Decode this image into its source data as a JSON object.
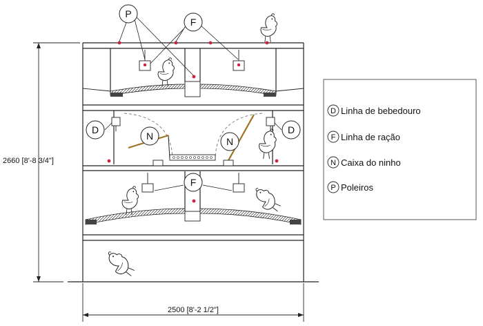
{
  "dimensions": {
    "height_label": "2660 [8'-8 3/4\"]",
    "width_label": "2500 [8'-2 1/2\"]"
  },
  "callouts": {
    "perch": "P",
    "feed_top": "F",
    "drinker_left": "D",
    "drinker_right": "D",
    "nest_left": "N",
    "nest_right": "N",
    "feed_bottom": "F"
  },
  "legend": {
    "items": [
      {
        "letter": "D",
        "text": "Linha de bebedouro"
      },
      {
        "letter": "F",
        "text": "Linha de ração"
      },
      {
        "letter": "N",
        "text": "Caixa do ninho"
      },
      {
        "letter": "P",
        "text": "Poleiros"
      }
    ]
  },
  "colors": {
    "line": "#222222",
    "perch_dot": "#cc2244",
    "nest_frame": "#b5651d",
    "nest_slat": "#5a9a3a",
    "dashed": "#777777"
  }
}
